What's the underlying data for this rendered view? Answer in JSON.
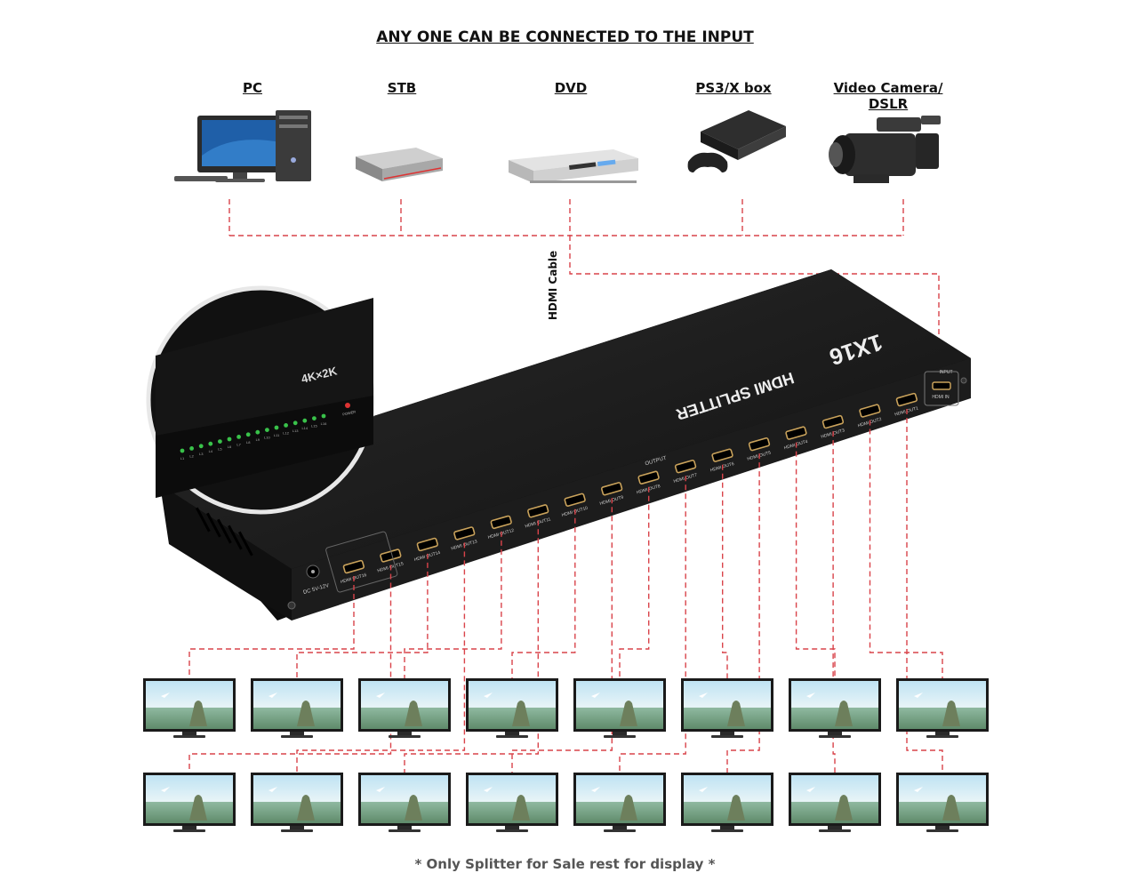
{
  "header": {
    "title": "ANY ONE CAN BE CONNECTED TO THE INPUT"
  },
  "sources": [
    {
      "label": "PC",
      "icon": "pc-icon"
    },
    {
      "label": "STB",
      "icon": "set-top-box-icon"
    },
    {
      "label": "DVD",
      "icon": "dvd-player-icon"
    },
    {
      "label": "PS3/X box",
      "icon": "game-console-icon"
    },
    {
      "label_line1": "Video Camera/",
      "label_line2": "DSLR",
      "icon": "video-camera-icon"
    }
  ],
  "cable_label": "HDMI Cable",
  "device": {
    "name_line1": "1X16",
    "name_line2": "HDMI SPLITTER",
    "badge": "4K×2K",
    "power_label": "POWER",
    "output_label": "OUTPUT",
    "input_label": "INPUT",
    "input_port_label": "HDMI IN",
    "dc_label": "DC 5V-12V",
    "led_labels": [
      "L1",
      "L2",
      "L3",
      "L4",
      "L5",
      "L6",
      "L7",
      "L8",
      "L9",
      "L10",
      "L11",
      "L12",
      "L13",
      "L14",
      "L15",
      "L16"
    ],
    "port_labels": [
      "HDMI OUT16",
      "HDMI OUT15",
      "HDMI OUT14",
      "HDMI OUT13",
      "HDMI OUT12",
      "HDMI OUT11",
      "HDMI OUT10",
      "HDMI OUT9",
      "HDMI OUT8",
      "HDMI OUT7",
      "HDMI OUT6",
      "HDMI OUT5",
      "HDMI OUT4",
      "HDMI OUT3",
      "HDMI OUT2",
      "HDMI OUT1"
    ]
  },
  "displays": {
    "rows": 2,
    "per_row": 8,
    "icon": "monitor-icon"
  },
  "footer": "* Only Splitter for Sale rest for display *",
  "colors": {
    "wire": "#d9434a",
    "device": "#141414",
    "led": "#39c24a",
    "port": "#c9a25b"
  }
}
